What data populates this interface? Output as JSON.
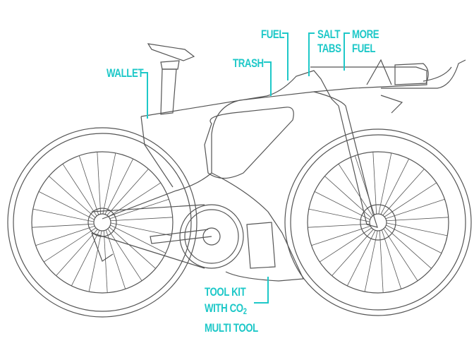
{
  "colors": {
    "accent": "#1ec8c8",
    "line": "#555555"
  },
  "labels": {
    "wallet": "WALLET",
    "trash": "TRASH",
    "fuel": "FUEL",
    "salt_tabs": [
      "SALT",
      "TABS"
    ],
    "more_fuel": [
      "MORE",
      "FUEL"
    ],
    "tool_kit": [
      "TOOL KIT",
      "WITH CO",
      "2",
      "MULTI TOOL"
    ]
  }
}
